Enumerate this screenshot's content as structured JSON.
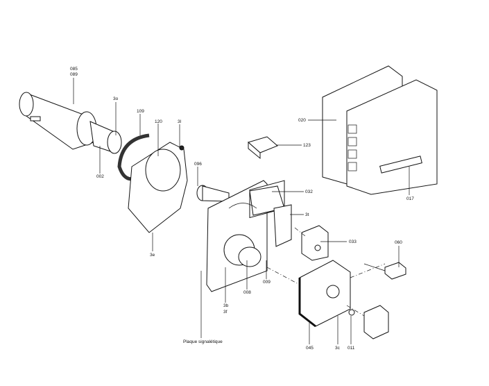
{
  "title": "Exploded parts diagram",
  "labels": {
    "p085": "085",
    "p089": "089",
    "p3o_a": "3o",
    "p109": "109",
    "p120": "120",
    "p3l": "3l",
    "p096": "096",
    "p002": "002",
    "p3e": "3e",
    "p020": "020",
    "p123": "123",
    "p017": "017",
    "p032": "032",
    "p3t": "3t",
    "p033": "033",
    "p060": "060",
    "p009": "009",
    "p008": "008",
    "p3b": "3b",
    "p3f": "3f",
    "plaque": "Plaque signalétique",
    "p045": "045",
    "p3c": "3c",
    "p011": "011"
  }
}
